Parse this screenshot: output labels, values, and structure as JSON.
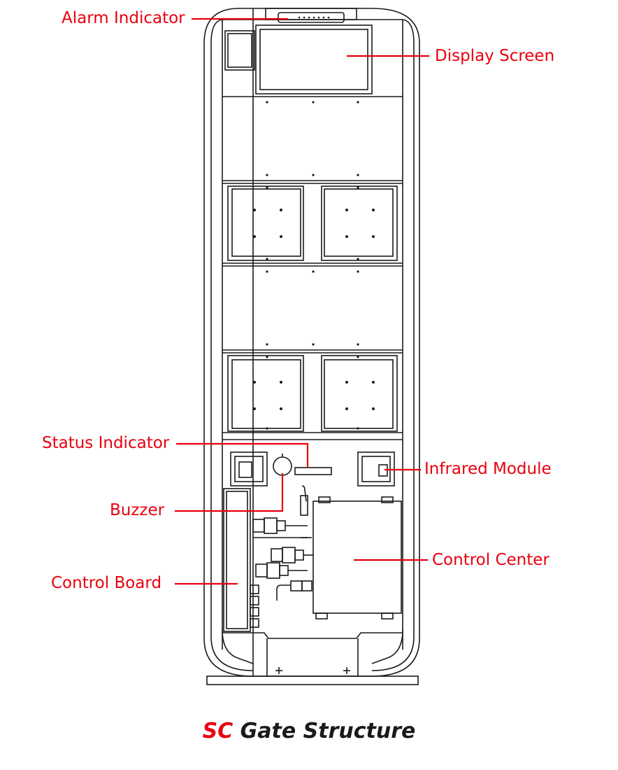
{
  "labels": {
    "alarm_indicator": "Alarm Indicator",
    "display_screen": "Display Screen",
    "status_indicator": "Status Indicator",
    "infrared_module": "Infrared Module",
    "buzzer": "Buzzer",
    "control_center": "Control Center",
    "control_board": "Control Board"
  },
  "caption": {
    "prefix": "SC",
    "rest": " Gate Structure"
  },
  "colors": {
    "label": "#e8000f",
    "leader": "#e8000f",
    "drawing": "#1a1a1a",
    "background": "#ffffff"
  }
}
